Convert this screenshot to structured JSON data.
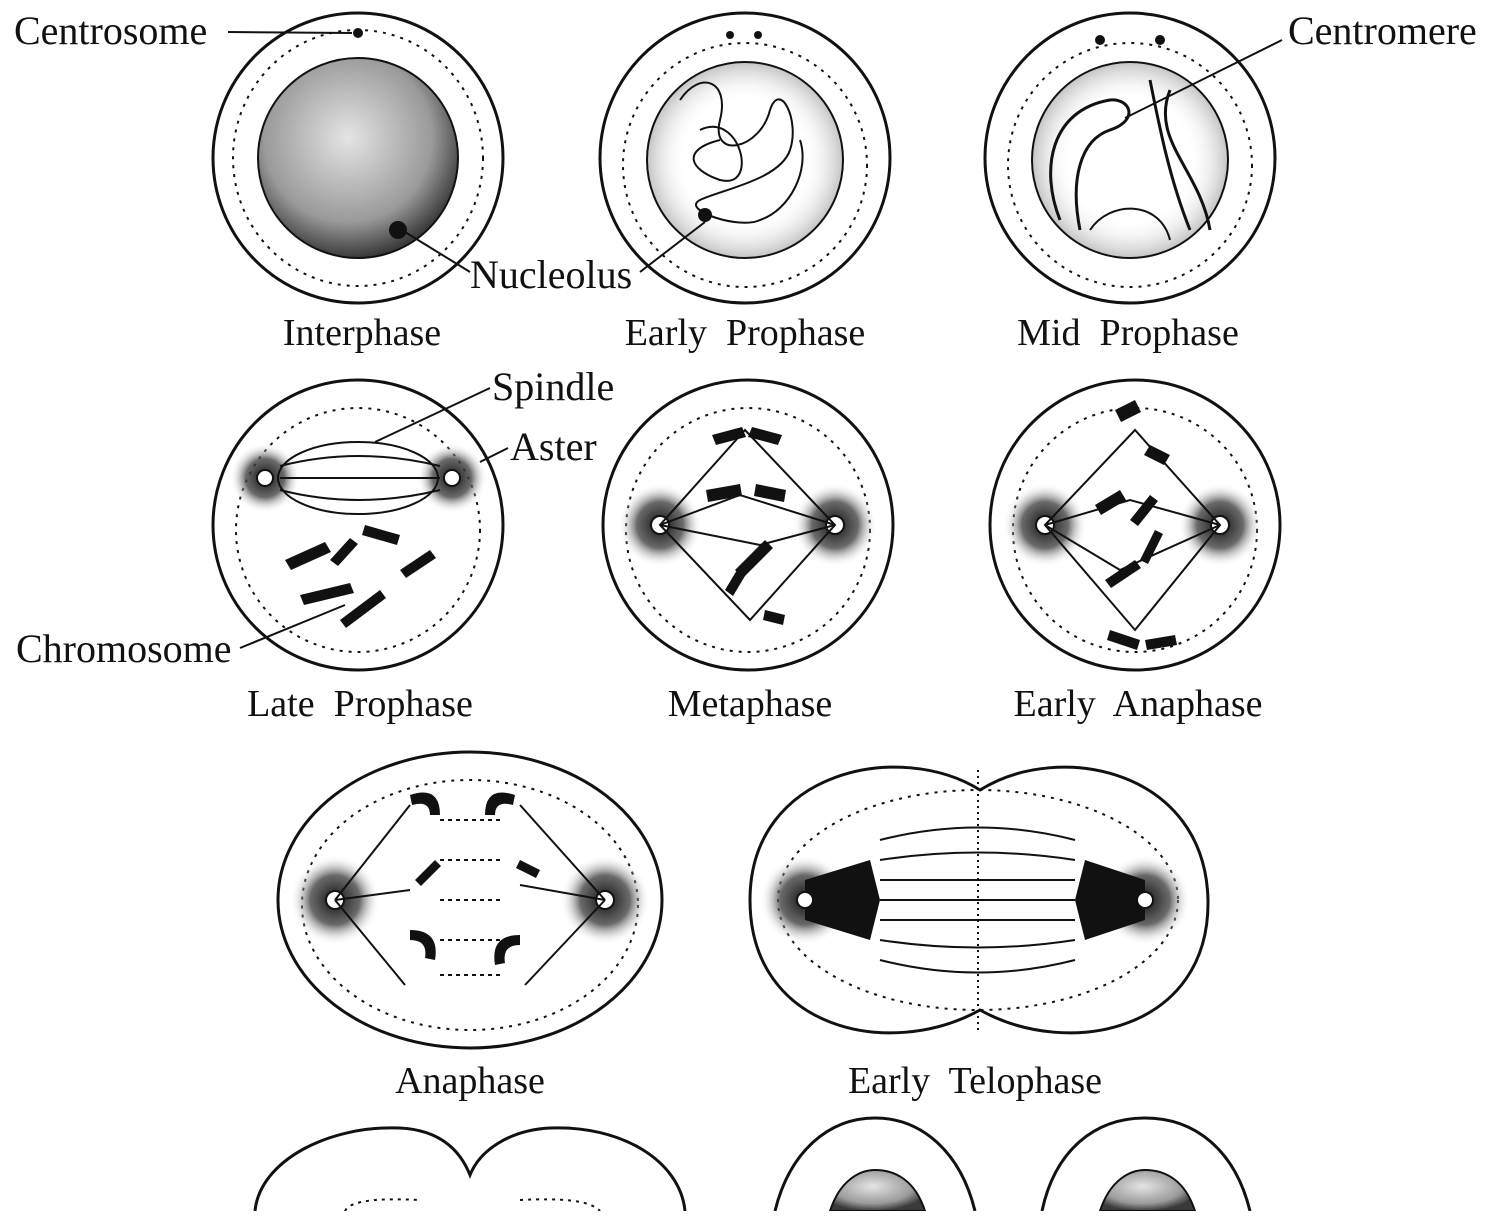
{
  "labels": {
    "centrosome": "Centrosome",
    "centromere": "Centromere",
    "nucleolus": "Nucleolus",
    "spindle": "Spindle",
    "aster": "Aster",
    "chromosome": "Chromosome"
  },
  "stages": {
    "interphase": "Interphase",
    "early_prophase": "Early  Prophase",
    "mid_prophase": "Mid  Prophase",
    "late_prophase": "Late  Prophase",
    "metaphase": "Metaphase",
    "early_anaphase": "Early  Anaphase",
    "anaphase": "Anaphase",
    "early_telophase": "Early  Telophase"
  }
}
